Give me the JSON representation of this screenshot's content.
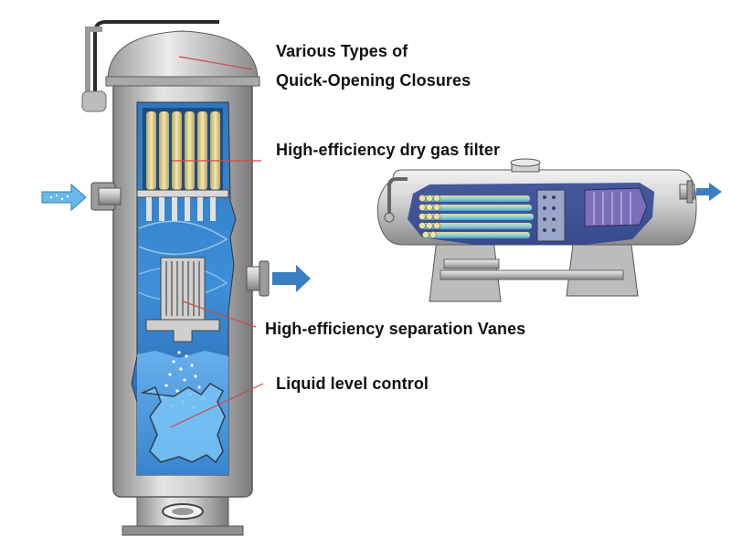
{
  "callouts": {
    "closures_line1": "Various Types of",
    "closures_line2": "Quick-Opening Closures",
    "filter": "High-efficiency dry gas filter",
    "vanes": "High-efficiency separation Vanes",
    "level": "Liquid level control"
  },
  "colors": {
    "shell": "#c9c9c9",
    "shell_dark": "#7d7d7d",
    "liquid": "#4a9be0",
    "gas_zone": "#2b6fb8",
    "filter_element": "#d8c98a",
    "flow_arrow": "#3a7fc4",
    "leader_line": "#d04848"
  },
  "icons": {
    "inlet_arrow": "flow-inlet-arrow-icon",
    "outlet_arrow": "flow-outlet-arrow-icon"
  }
}
